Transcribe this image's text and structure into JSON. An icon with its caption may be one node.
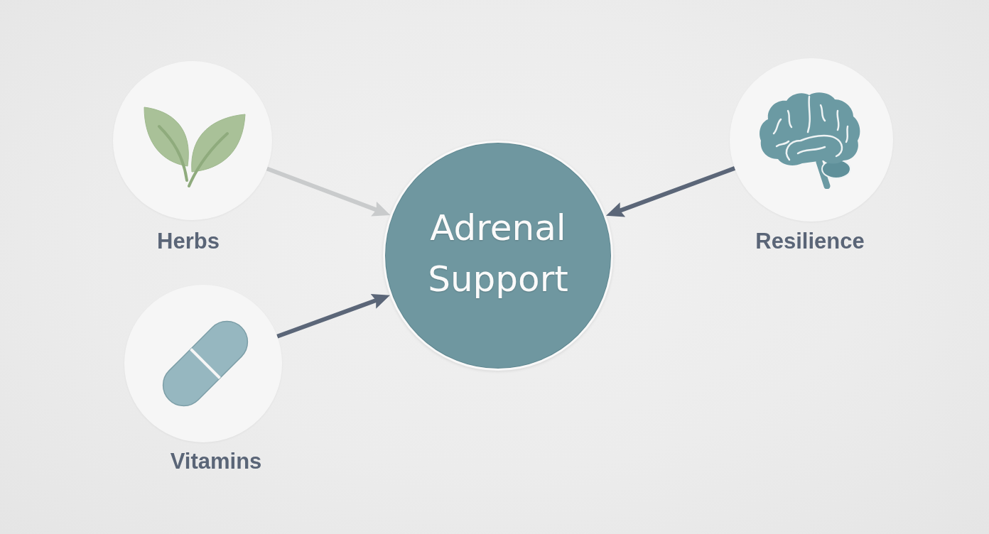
{
  "diagram": {
    "nodes": [
      {
        "text": [
          "Herbs"
        ]
      },
      {
        "text": [
          "Resilience"
        ]
      },
      {
        "text": [
          "Adrenal Support"
        ]
      },
      {
        "text": [
          "Vitamins"
        ]
      }
    ],
    "edges": [
      {
        "from": 0,
        "to": 2,
        "arrow": "to",
        "color": "#c9cbcc"
      },
      {
        "from": 1,
        "to": 2,
        "arrow": "to"
      },
      {
        "from": 3,
        "to": 2,
        "arrow": "to"
      }
    ]
  }
}
